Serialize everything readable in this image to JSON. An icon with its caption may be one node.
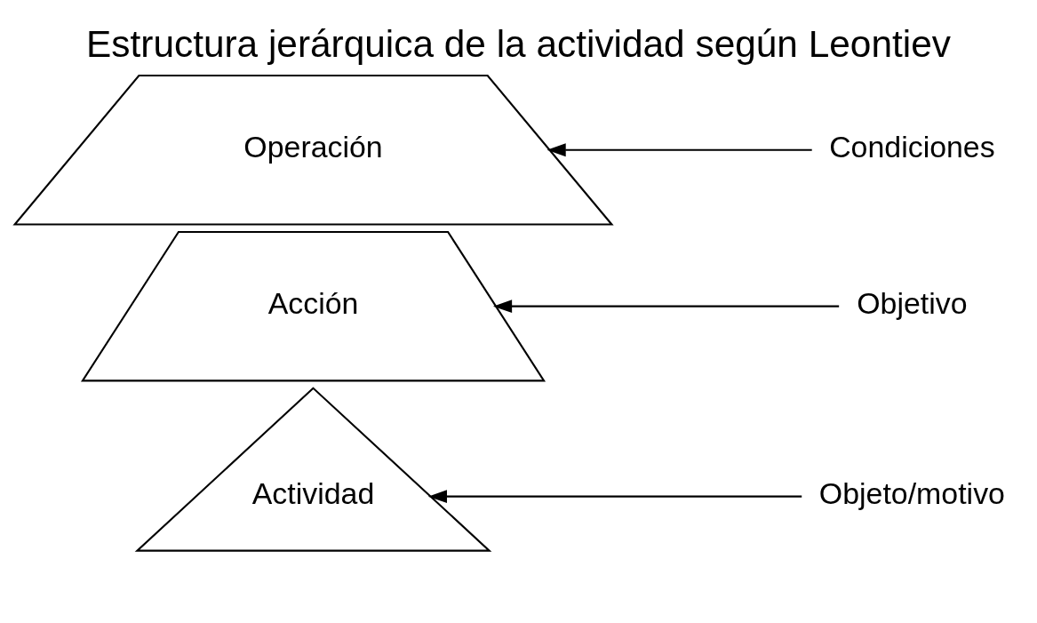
{
  "diagram": {
    "title": "Estructura jerárquica de la actividad según Leontiev",
    "nodes": [
      {
        "text": [
          "Actividad"
        ]
      },
      {
        "text": [
          "Acción"
        ]
      },
      {
        "text": [
          "Operación"
        ]
      },
      {
        "text": [
          "Objeto/motivo"
        ]
      },
      {
        "text": [
          "Objetivo"
        ]
      },
      {
        "text": [
          "Condiciones"
        ]
      }
    ],
    "edges": [
      {
        "from": 3,
        "to": 0,
        "arrow": "to"
      },
      {
        "from": 4,
        "to": 1,
        "arrow": "to"
      },
      {
        "from": 5,
        "to": 2,
        "arrow": "to"
      }
    ]
  }
}
